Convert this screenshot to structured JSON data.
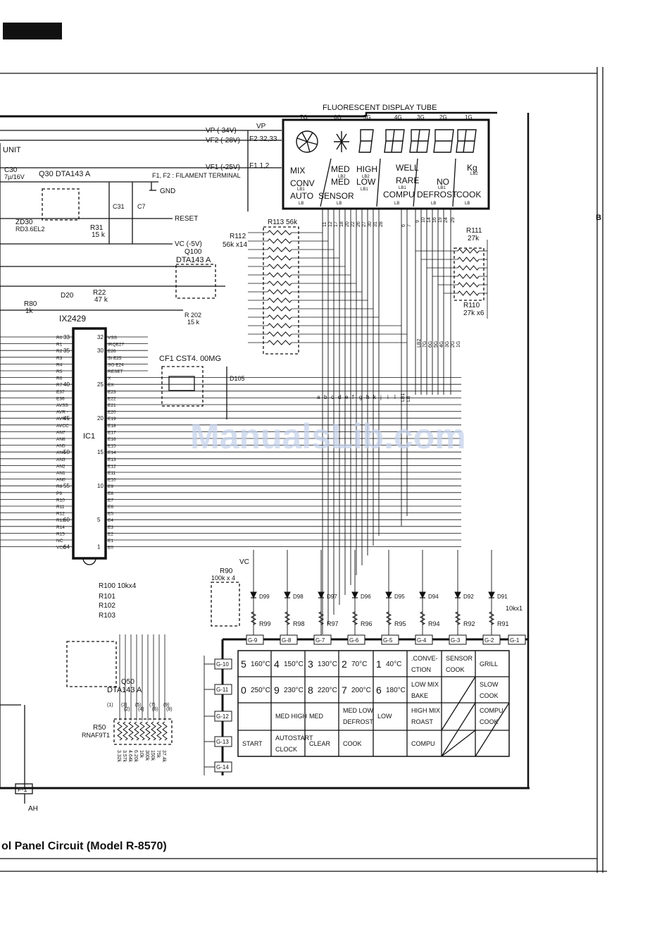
{
  "footer_title": "ol Panel Circuit (Model R-8570)",
  "watermark": "ManualsLib.com",
  "border_mark": "B",
  "vfd": {
    "title": "FLUORESCENT DISPLAY TUBE",
    "grids": [
      "7G",
      "6G",
      "5G",
      "4G",
      "3G",
      "2G",
      "1G"
    ],
    "labels": {
      "mix": "MIX",
      "conv": "CONV",
      "auto": "AUTO",
      "med": "MED",
      "med2": "MED",
      "sensor": "SENSOR",
      "high": "HIGH",
      "low": "LOW",
      "well": "WELL",
      "rare": "RARE",
      "compu": "COMPU",
      "no": "NO",
      "defrost": "DEFROST",
      "kg": "Kg",
      "cook": "COOK",
      "lb2": "LB2",
      "lb1": "LB1",
      "lb": "LB"
    }
  },
  "power": {
    "vp": "VP (-34V)",
    "vf2": "VF2 (-28V)",
    "vf1": "VF1 (-25V)",
    "vp_arrow": "VP",
    "f2": "F2  32,33",
    "f1": "F1   1,2",
    "filament": "F1, F2 : FILAMENT TERMINAL",
    "gnd": "GND",
    "reset": "RESET",
    "vc": "VC (-5V)",
    "vc2": "VC"
  },
  "parts": {
    "unit": "UNIT",
    "c30": "C30",
    "c30v": "7µ/16V",
    "q30": "Q30 DTA143  A",
    "zd30": "ZD30",
    "rd": "RD3.6EL2",
    "c31": "C31",
    "c7": "C7",
    "r31": "R31",
    "r31v": "15 k",
    "q100": "Q100",
    "q100t": "DTA143  A",
    "d20": "D20",
    "r22": "R22",
    "r22v": "47 k",
    "r80": "R80",
    "r80v": "1k",
    "r202": "R 202",
    "r202v": "15 k",
    "ic": "IX2429",
    "ic1": "IC1",
    "cf1": "CF1 CST4. 00MG",
    "d105": "D105",
    "r112": "R112",
    "r112v": "56k x14",
    "r113": "R113  56k",
    "r111": "R111",
    "r111v": "27k",
    "r110": "R110",
    "r110v": "27k x6",
    "r90": "R90",
    "r90v": "100k x 4",
    "r100": "R100  10kx4",
    "r101": "R101",
    "r102": "R102",
    "r103": "R103",
    "q50": "Q50",
    "q50t": "DTA143  A",
    "r50": "R50",
    "r50t": "RNAF9T1",
    "r91t": "10kx1",
    "ah": "AH",
    "f1box": "F-1"
  },
  "ic_left": [
    "R0",
    "R1",
    "R2",
    "R3",
    "R4",
    "R5",
    "R6",
    "R7",
    "E37",
    "E36",
    "AVSS",
    "AVR -",
    "AVR +",
    "AVCC",
    "AN7",
    "AN6",
    "AN5",
    "AN4",
    "AN3",
    "AN2",
    "AN1",
    "AN0",
    "R8",
    "P9",
    "R10",
    "R11",
    "R12",
    "R13",
    "R14",
    "R15",
    "NC",
    "VCC"
  ],
  "ic_right": [
    "VSS",
    "IRQE27",
    "E26",
    "SI E25",
    "SO E24",
    "RESET",
    "X",
    "EX",
    "E23",
    "E22",
    "E21",
    "E20",
    "E19",
    "E18",
    "E17",
    "E16",
    "E15",
    "E14",
    "E13",
    "E12",
    "E11",
    "E10",
    "E9",
    "E8",
    "E7",
    "E6",
    "E5",
    "E4",
    "E3",
    "E2",
    "E1",
    "E0"
  ],
  "pin_nums_left": [
    "33",
    "35",
    "40",
    "45",
    "50",
    "55",
    "60",
    "64"
  ],
  "pin_nums_right": [
    "32",
    "30",
    "25",
    "20",
    "15",
    "10",
    "5",
    "1"
  ],
  "vfd_pins_a": [
    "11",
    "12",
    "17",
    "18",
    "20",
    "22",
    "26",
    "27",
    "30",
    "31",
    "28",
    "6",
    "7"
  ],
  "vfd_pins_b": [
    "9",
    "10",
    "14",
    "16",
    "19",
    "24",
    "29"
  ],
  "seg_letters": [
    "a",
    "b",
    "c",
    "d",
    "e",
    "f",
    "g",
    "h",
    "k",
    "j",
    "i",
    "l"
  ],
  "lb_tags": [
    "LB1",
    "LB"
  ],
  "lb_right": [
    "LB2",
    "7G",
    "6G",
    "5G",
    "4G",
    "3G",
    "2G",
    "1G"
  ],
  "r50_values": [
    "3.32k",
    "3.57k",
    "4.64k",
    "6.20k",
    "10k",
    "300k",
    "150k",
    "75k",
    "37.4k"
  ],
  "r50_pins": [
    "(1)",
    "(2)",
    "(3)",
    "(4)",
    "(5)",
    "(6)",
    "(7)",
    "(8)",
    "(9)"
  ],
  "diodes": [
    "D99",
    "D98",
    "D97",
    "D96",
    "D95",
    "D94",
    "D92",
    "D91"
  ],
  "resistors": [
    "R99",
    "R98",
    "R97",
    "R96",
    "R95",
    "R94",
    "R92",
    "R91"
  ],
  "grid_top": [
    "G-9",
    "G-8",
    "G-7",
    "G-6",
    "G-5",
    "G-4",
    "G-3",
    "G-2",
    "G-1"
  ],
  "grid_left": [
    "G-10",
    "G-11",
    "G-12",
    "G-13",
    "G-14"
  ],
  "keys": [
    [
      "5  160°C",
      "4  150°C",
      "3  130°C",
      "2   70°C",
      "1   40°C",
      ".CONVE- CTION",
      "SENSOR COOK",
      "GRILL"
    ],
    [
      "0  250°C",
      "9  230°C",
      "8  220°C",
      "7  200°C",
      "6  180°C",
      "LOW MIX BAKE",
      "",
      "SLOW COOK"
    ],
    [
      "",
      "MED HIGH",
      "MED",
      "MED LOW DEFROST",
      "LOW",
      "HIGH MIX ROAST",
      "",
      "COMPU COOK"
    ],
    [
      "START",
      "AUTOSTART CLOCK",
      "CLEAR",
      "COOK",
      "",
      "COMPU",
      "",
      ""
    ]
  ]
}
